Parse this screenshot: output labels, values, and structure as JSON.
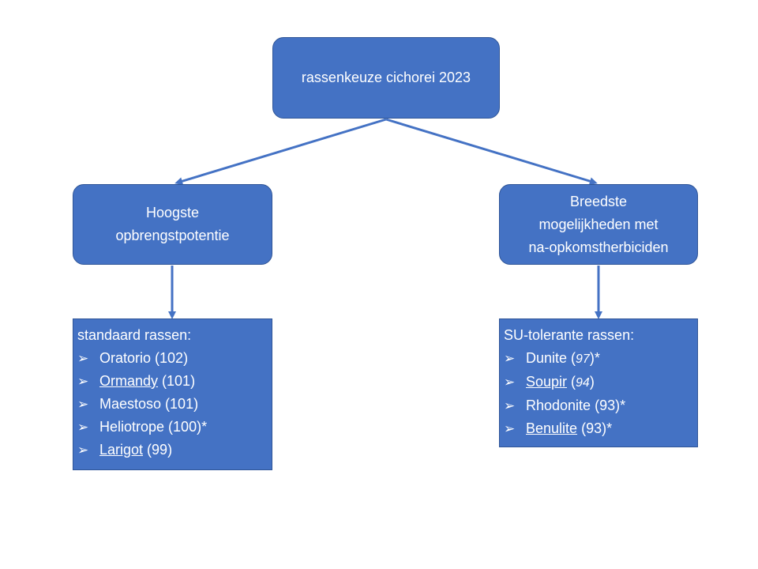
{
  "colors": {
    "box_fill": "#4472c4",
    "box_border": "#2f5597",
    "arrow": "#4472c4",
    "text": "#ffffff"
  },
  "root": {
    "label": "rassenkeuze cichorei 2023"
  },
  "branches": [
    {
      "label_lines": [
        "Hoogste",
        "opbrengstpotentie"
      ],
      "list": {
        "title": "standaard rassen:",
        "bullet_icon": "arrowhead-bullet-icon",
        "items": [
          {
            "name": "Oratorio",
            "underlined": false,
            "value": "102",
            "italic_value": false,
            "star": ""
          },
          {
            "name": "Ormandy",
            "underlined": true,
            "value": "101",
            "italic_value": false,
            "star": ""
          },
          {
            "name": "Maestoso",
            "underlined": false,
            "value": "101",
            "italic_value": false,
            "star": ""
          },
          {
            "name": "Heliotrope",
            "underlined": false,
            "value": "100",
            "italic_value": false,
            "star": "*"
          },
          {
            "name": "Larigot",
            "underlined": true,
            "value": "99",
            "italic_value": false,
            "star": ""
          }
        ]
      }
    },
    {
      "label_lines": [
        "Breedste",
        "mogelijkheden met",
        "na-opkomstherbiciden"
      ],
      "list": {
        "title": "SU-tolerante rassen:",
        "bullet_icon": "arrowhead-bullet-icon",
        "items": [
          {
            "name": "Dunite",
            "underlined": false,
            "value": "97",
            "italic_value": true,
            "star": "*"
          },
          {
            "name": "Soupir",
            "underlined": true,
            "value": "94",
            "italic_value": true,
            "star": ""
          },
          {
            "name": "Rhodonite",
            "underlined": false,
            "value": "93",
            "italic_value": false,
            "star": "*"
          },
          {
            "name": "Benulite",
            "underlined": true,
            "value": "93",
            "italic_value": false,
            "star": "*"
          }
        ]
      }
    }
  ]
}
